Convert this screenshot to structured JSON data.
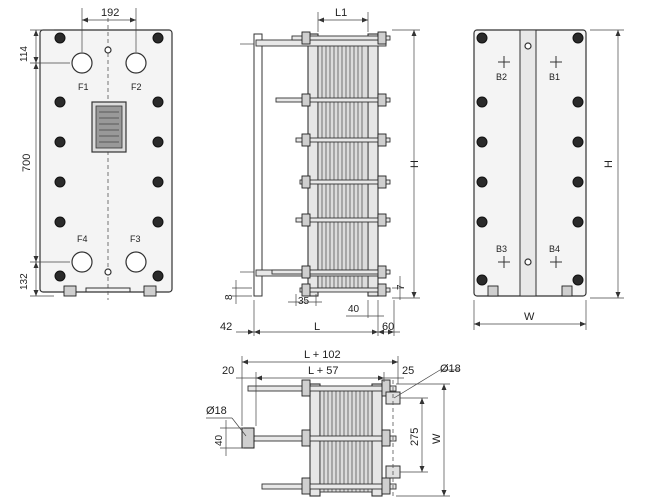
{
  "dims": {
    "d192": "192",
    "d114": "114",
    "d700": "700",
    "d132": "132",
    "L1": "L1",
    "H": "H",
    "d8": "8",
    "d35": "35",
    "d40": "40",
    "d7": "7",
    "d42": "42",
    "L": "L",
    "d60": "60",
    "W": "W",
    "Lp102": "L + 102",
    "Lp57": "L + 57",
    "d20": "20",
    "d25": "25",
    "dia18": "Ø18",
    "d275": "275"
  },
  "ports": {
    "F1": "F1",
    "F2": "F2",
    "F3": "F3",
    "F4": "F4",
    "B1": "B1",
    "B2": "B2",
    "B3": "B3",
    "B4": "B4"
  }
}
